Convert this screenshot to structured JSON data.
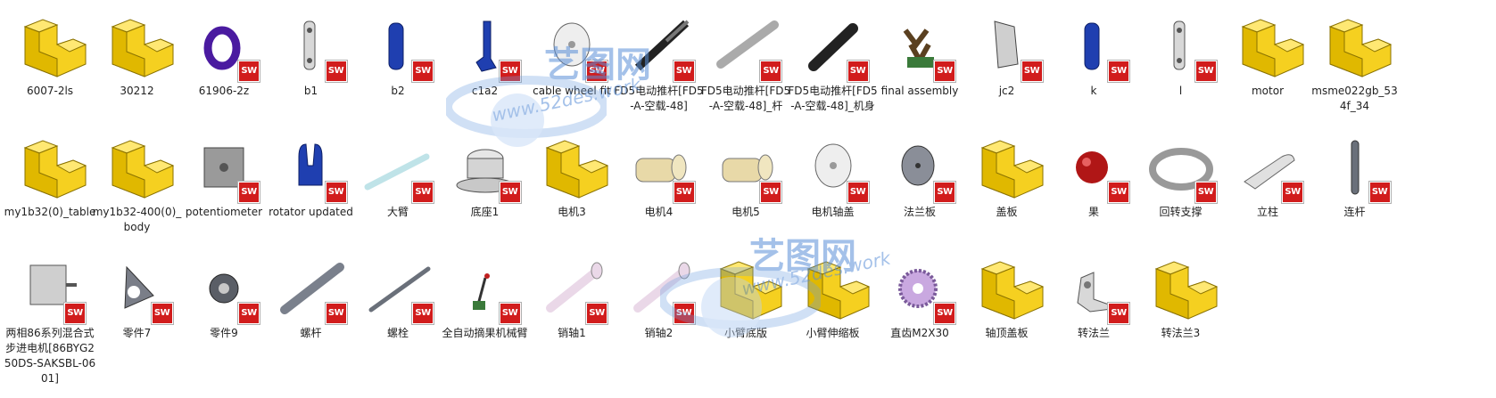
{
  "colors": {
    "folder": "#f5d020",
    "folder_edge": "#8a7200",
    "sw_badge": "#d11c1c",
    "watermark": "#5a8fd8"
  },
  "badge_label": "SW",
  "watermark": {
    "brand": "艺图网",
    "url": "www.52des.work"
  },
  "rows": [
    {
      "items": [
        {
          "label": "6007-2ls",
          "icon": "yellow-folder-icon"
        },
        {
          "label": "30212",
          "icon": "yellow-folder-icon"
        },
        {
          "label": "61906-2z",
          "icon": "ring-part-icon"
        },
        {
          "label": "b1",
          "icon": "bracket-part-icon"
        },
        {
          "label": "b2",
          "icon": "blue-bracket-part-icon"
        },
        {
          "label": "c1a2",
          "icon": "blue-arm-part-icon"
        },
        {
          "label": "cable wheel fit",
          "icon": "disc-part-icon"
        },
        {
          "label": "FD5电动推杆[FD5-A-空载-48]",
          "icon": "actuator-part-icon"
        },
        {
          "label": "FD5电动推杆[FD5-A-空载-48]_杆",
          "icon": "rod-part-icon"
        },
        {
          "label": "FD5电动推杆[FD5-A-空载-48]_机身",
          "icon": "actuator-body-part-icon"
        },
        {
          "label": "final assembly",
          "icon": "assembly-icon"
        },
        {
          "label": "jc2",
          "icon": "plate-part-icon"
        },
        {
          "label": "k",
          "icon": "blue-bracket-part-icon"
        },
        {
          "label": "l",
          "icon": "bracket-part-icon"
        },
        {
          "label": "motor",
          "icon": "yellow-folder-icon"
        },
        {
          "label": "msme022gb_534f_34",
          "icon": "yellow-folder-icon"
        }
      ]
    },
    {
      "items": [
        {
          "label": "my1b32(0)_table",
          "icon": "yellow-folder-icon"
        },
        {
          "label": "my1b32-400(0)_body",
          "icon": "yellow-folder-icon"
        },
        {
          "label": "potentiometer",
          "icon": "block-part-icon"
        },
        {
          "label": "rotator updated",
          "icon": "blue-claw-part-icon"
        },
        {
          "label": "大臂",
          "icon": "long-arm-part-icon"
        },
        {
          "label": "底座1",
          "icon": "base-part-icon"
        },
        {
          "label": "电机3",
          "icon": "yellow-folder-icon"
        },
        {
          "label": "电机4",
          "icon": "motor-part-icon"
        },
        {
          "label": "电机5",
          "icon": "motor-part-icon"
        },
        {
          "label": "电机轴盖",
          "icon": "disc-part-icon"
        },
        {
          "label": "法兰板",
          "icon": "flange-plate-part-icon"
        },
        {
          "label": "盖板",
          "icon": "yellow-folder-icon"
        },
        {
          "label": "果",
          "icon": "red-ball-part-icon"
        },
        {
          "label": "回转支撑",
          "icon": "bearing-ring-part-icon"
        },
        {
          "label": "立柱",
          "icon": "column-part-icon"
        },
        {
          "label": "连杆",
          "icon": "link-part-icon"
        }
      ]
    },
    {
      "items": [
        {
          "label": "两相86系列混合式步进电机[86BYG250DS-SAKSBL-0601]",
          "icon": "stepper-motor-part-icon"
        },
        {
          "label": "零件7",
          "icon": "triangle-part-icon"
        },
        {
          "label": "零件9",
          "icon": "hub-part-icon"
        },
        {
          "label": "螺杆",
          "icon": "screw-rod-part-icon"
        },
        {
          "label": "螺栓",
          "icon": "bolt-part-icon"
        },
        {
          "label": "全自动摘果机械臂",
          "icon": "robot-arm-assembly-icon"
        },
        {
          "label": "销轴1",
          "icon": "pin-part-icon"
        },
        {
          "label": "销轴2",
          "icon": "pin-part-icon"
        },
        {
          "label": "小臂底版",
          "icon": "yellow-folder-icon"
        },
        {
          "label": "小臂伸缩板",
          "icon": "yellow-folder-icon"
        },
        {
          "label": "直齿M2X30",
          "icon": "gear-part-icon"
        },
        {
          "label": "轴顶盖板",
          "icon": "yellow-folder-icon"
        },
        {
          "label": "转法兰",
          "icon": "angle-bracket-part-icon"
        },
        {
          "label": "转法兰3",
          "icon": "yellow-folder-icon"
        }
      ]
    }
  ]
}
